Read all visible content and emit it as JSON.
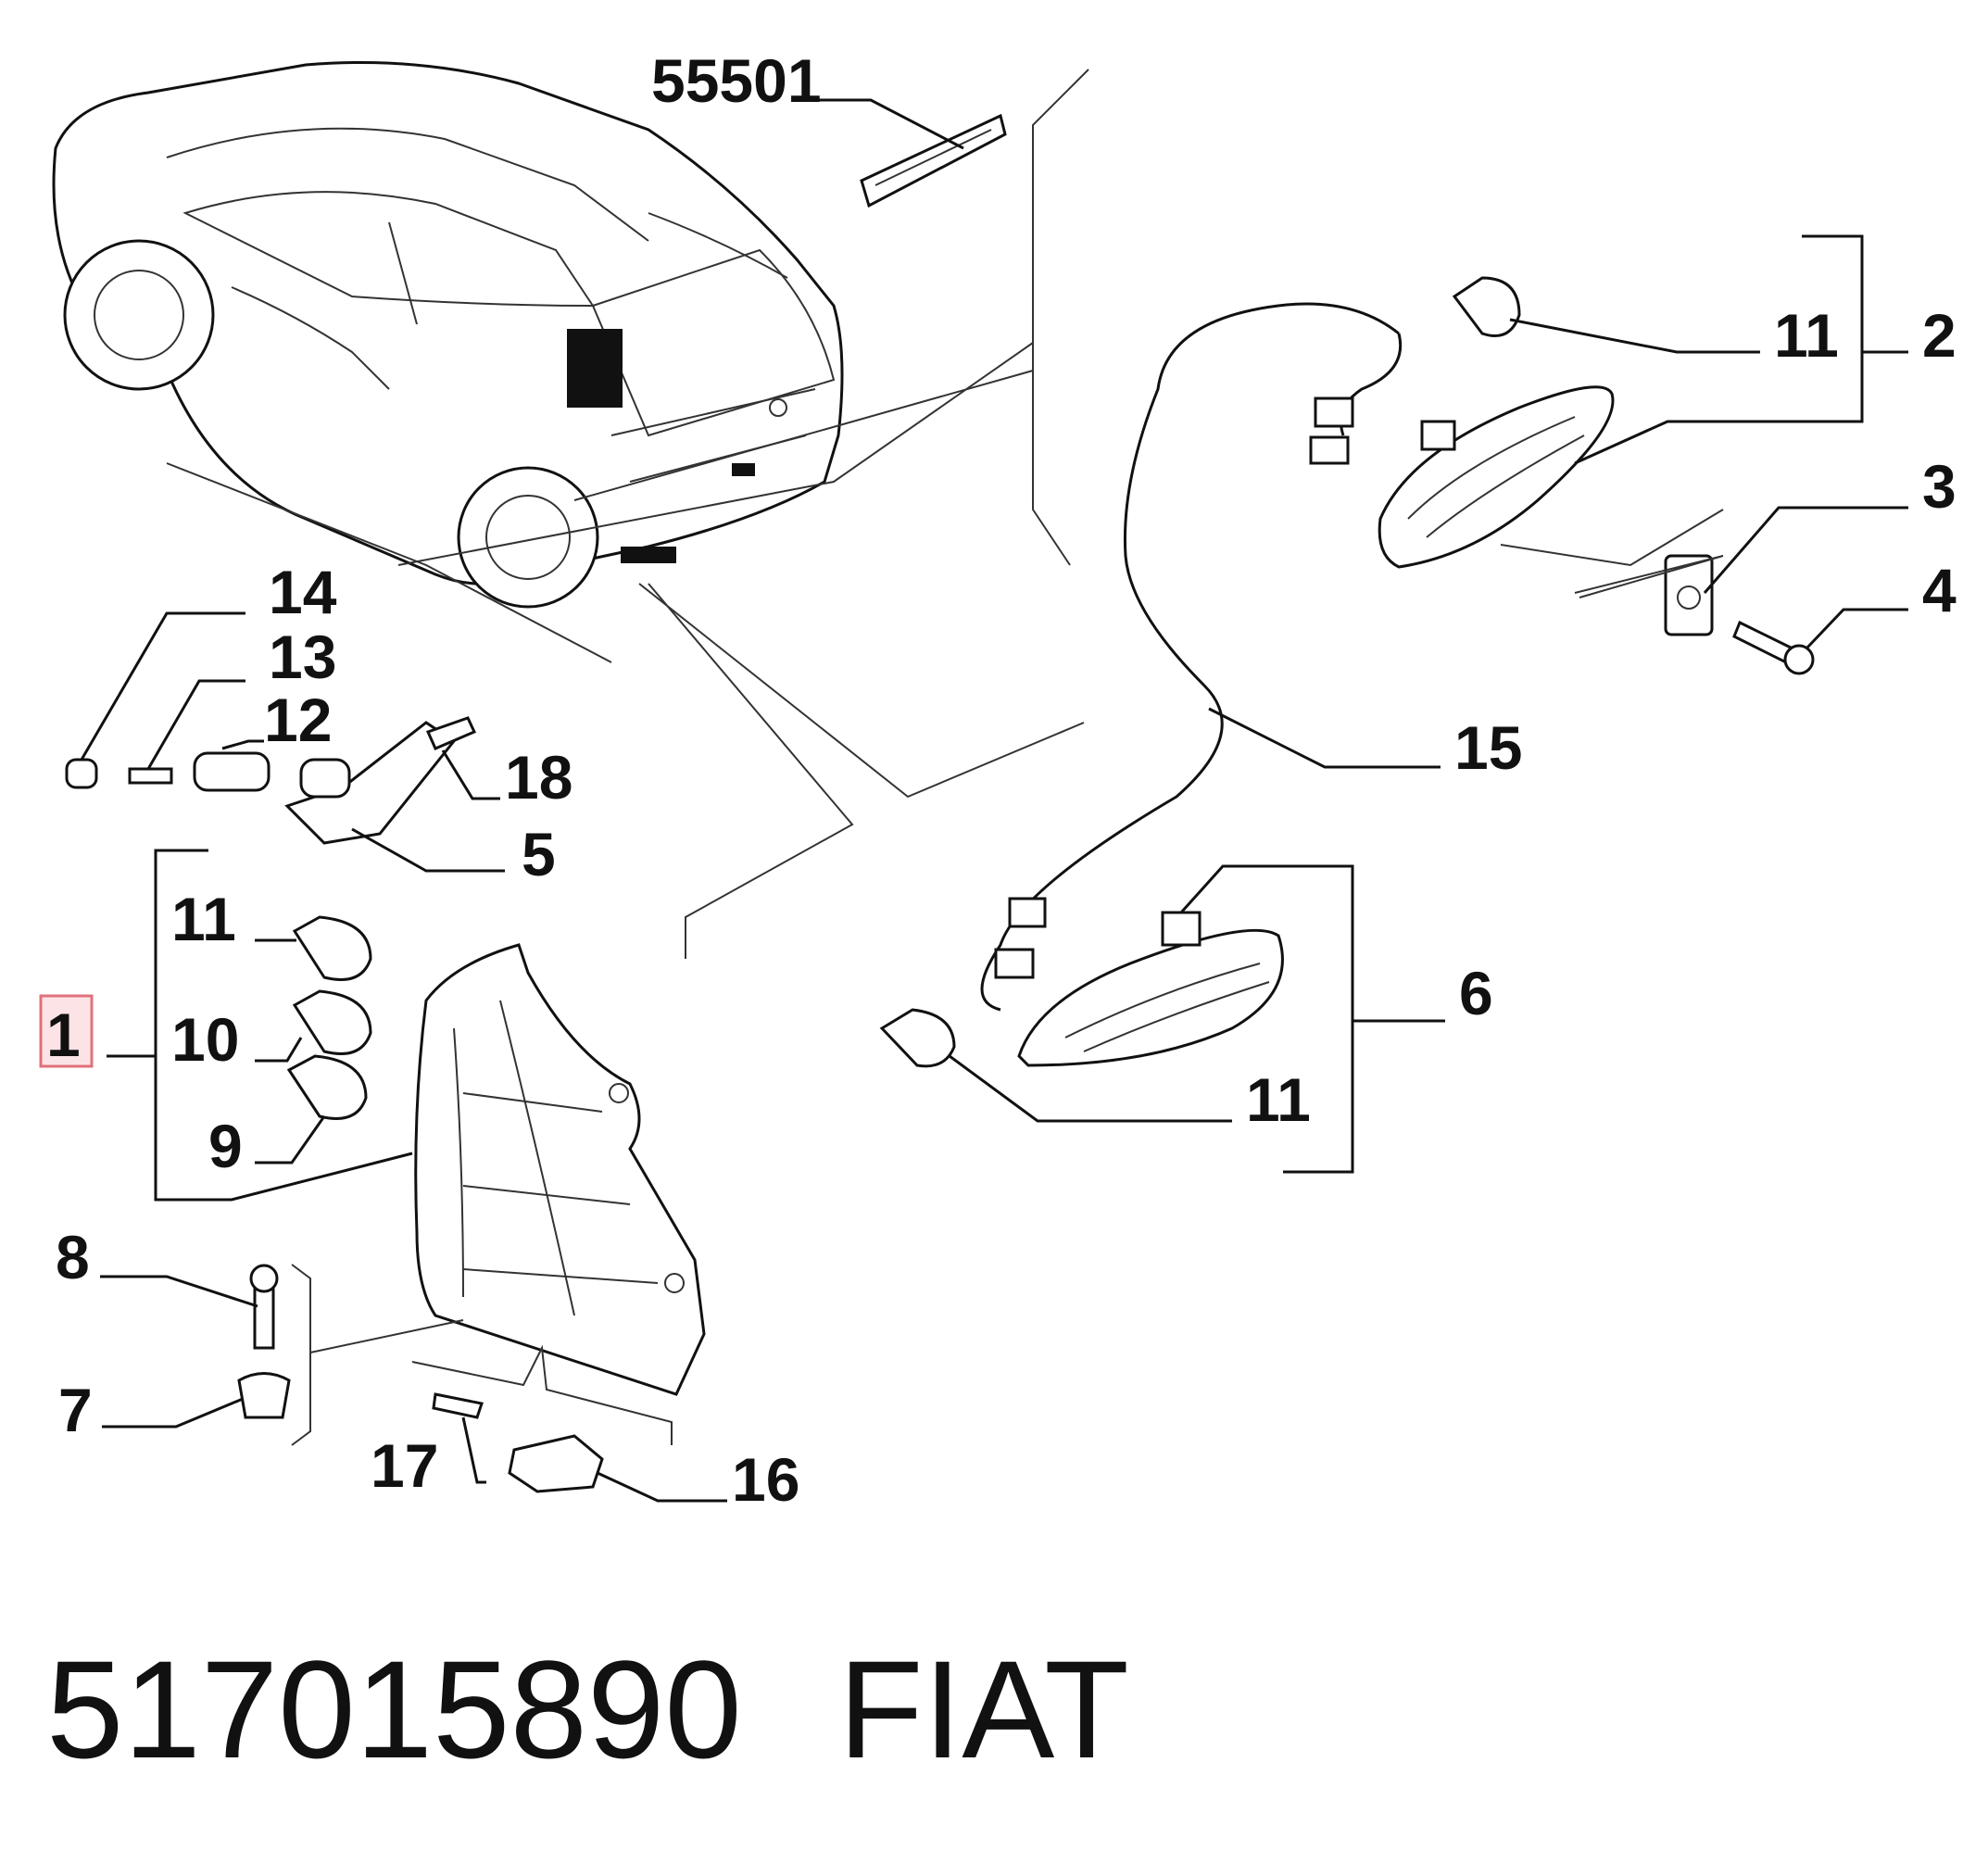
{
  "labels": {
    "l55501": "55501",
    "l1": "1",
    "l2": "2",
    "l3": "3",
    "l4": "4",
    "l5": "5",
    "l6": "6",
    "l7": "7",
    "l8": "8",
    "l9": "9",
    "l10": "10",
    "l11a": "11",
    "l11b": "11",
    "l11c": "11",
    "l12": "12",
    "l13": "13",
    "l14": "14",
    "l15": "15",
    "l16": "16",
    "l17": "17",
    "l18": "18"
  },
  "footer": {
    "part_number": "517015890",
    "brand": "FIAT"
  },
  "colors": {
    "highlight_border": "#e0717a",
    "highlight_fill": "#fbe3e6",
    "line": "#111111"
  }
}
